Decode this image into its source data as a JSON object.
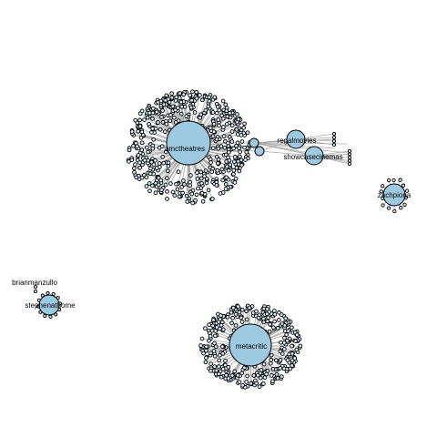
{
  "graph": {
    "colors": {
      "node_fill": "#9ecae1",
      "node_stroke": "#000000",
      "small_node_fill": "#ddeef7",
      "edge": "#a8a8a8"
    },
    "hub_labels": {
      "amctheatres": "amctheatres",
      "regalmovies": "regalmovies",
      "showcasecinemas": "showcasecinemas",
      "zachpiona": "zachpiona",
      "stephenathome": "stephenathome",
      "brianmanzullo": "brianmanzullo",
      "metacritic": "metacritic"
    }
  }
}
